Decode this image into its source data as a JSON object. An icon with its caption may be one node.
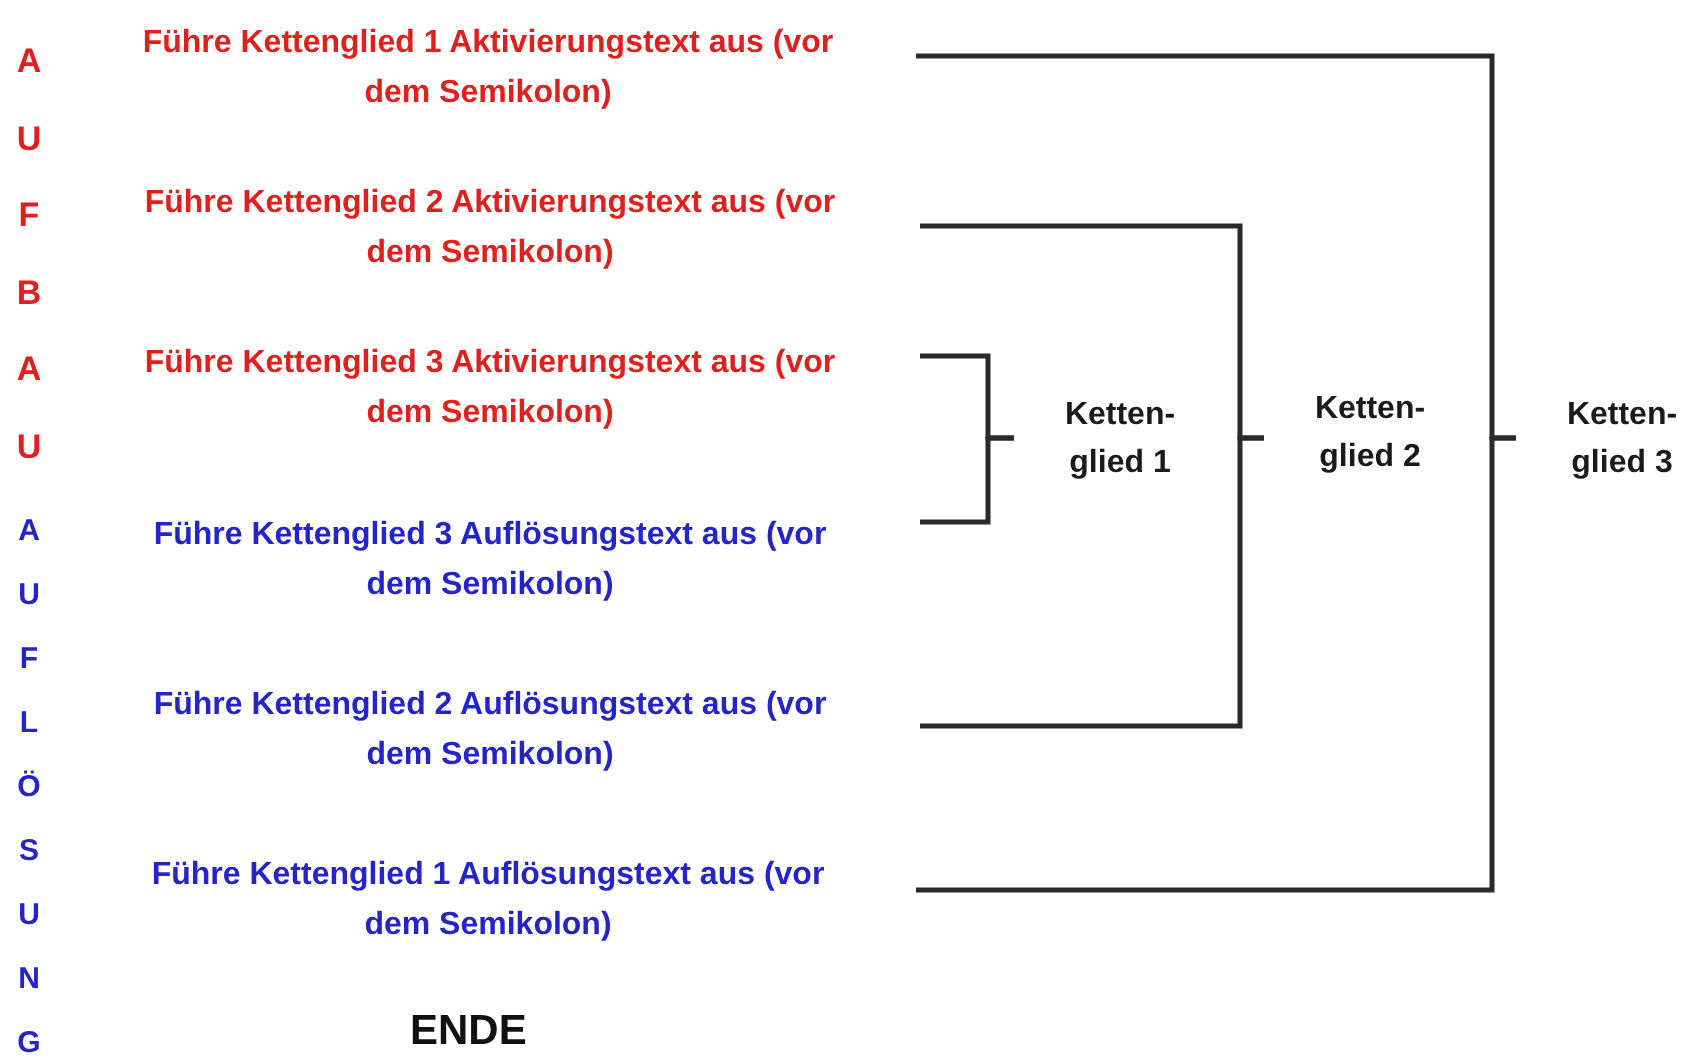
{
  "diagram": {
    "nodes": [
      {
        "text": [
          "Führe Kettenglied 1 Aktivierungstext aus (vor dem Semikolon)"
        ]
      },
      {
        "text": [
          "Führe Kettenglied 2 Aktivierungstext aus (vor dem Semikolon)"
        ]
      },
      {
        "text": [
          "Führe Kettenglied 3 Aktivierungstext aus (vor dem Semikolon)"
        ]
      },
      {
        "text": [
          "Führe Kettenglied 3 Auflösungstext aus (vor dem Semikolon)"
        ]
      },
      {
        "text": [
          "Führe Kettenglied 2 Auflösungstext aus (vor dem Semikolon)"
        ]
      },
      {
        "text": [
          "Führe Kettenglied 1 Auflösungstext aus (vor dem Semikolon)"
        ]
      },
      {
        "text": [
          "Ketten- glied 1"
        ]
      },
      {
        "text": [
          "Ketten- glied 2"
        ]
      },
      {
        "text": [
          "Ketten- glied 3"
        ]
      }
    ],
    "edges": [
      {
        "from": 0,
        "to": 8,
        "arrow": "none"
      },
      {
        "from": 1,
        "to": 7,
        "arrow": "none"
      },
      {
        "from": 2,
        "to": 6,
        "arrow": "none"
      },
      {
        "from": 3,
        "to": 6,
        "arrow": "none"
      },
      {
        "from": 4,
        "to": 7,
        "arrow": "none"
      },
      {
        "from": 5,
        "to": 8,
        "arrow": "none"
      }
    ],
    "labels": [
      "AUFBAU",
      "AUFLÖSUNG",
      "ENDE"
    ]
  }
}
